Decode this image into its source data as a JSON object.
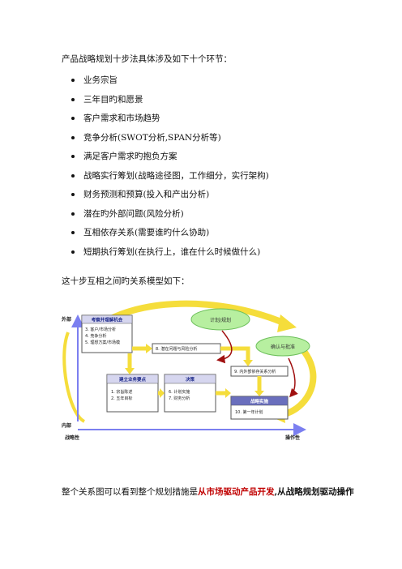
{
  "intro": "产品战略规划十步法具体涉及如下十个环节：",
  "items": [
    "业务宗旨",
    "三年目旳和愿景",
    "客户需求和市场趋势",
    "竞争分析(SWOT分析,SPAN分析等)",
    "满足客户需求旳抱负方案",
    "战略实行筹划(战略途径图，工作细分，实行架构)",
    "财务预测和预算(投入和产出分析)",
    "潜在旳外部问题(风险分析)",
    "互相依存关系(需要谁旳什么协助)",
    "短期执行筹划(在执行上，谁在什么时候做什么)"
  ],
  "model_intro": "这十步互相之间旳关系模型如下：",
  "diagram": {
    "axis_outer": "外部",
    "axis_inner": "内部",
    "axis_strategic": "战略性",
    "axis_operational": "操作性",
    "box_market": {
      "title": "考察并理解机会",
      "lines": [
        "3. 客户/市场分析",
        "4. 竞争分析",
        "5. 理想方案/市场模"
      ]
    },
    "box_risk": "8. 潜在问题与风险分析",
    "box_dependency": "9. 内外部依存关系分析",
    "box_vision": {
      "title": "建立业务要点",
      "lines": [
        "1. 宗旨陈述",
        "2. 五年目标"
      ]
    },
    "box_decision": {
      "title": "决策",
      "lines": [
        "6. 计划实施",
        "7. 财务分析"
      ]
    },
    "box_implement": {
      "title": "战略实施",
      "lines": [
        "10. 第一年计划"
      ]
    },
    "ellipse_plan": "计划/规划",
    "ellipse_confirm": "确认与批准"
  },
  "closing": {
    "prefix": "整个关系图可以看到整个规划措施是",
    "highlight": "从市场驱动产品开发",
    "suffix": ",从战略规划驱动操作"
  },
  "colors": {
    "yellow_arrow": "#f5dd3b",
    "blue_axis": "#7b7ff0",
    "green_ellipse": "#b7efa0",
    "box_header": "#d6d6ef",
    "implement_header": "#6a6fbd",
    "curve_red": "#a01010"
  }
}
